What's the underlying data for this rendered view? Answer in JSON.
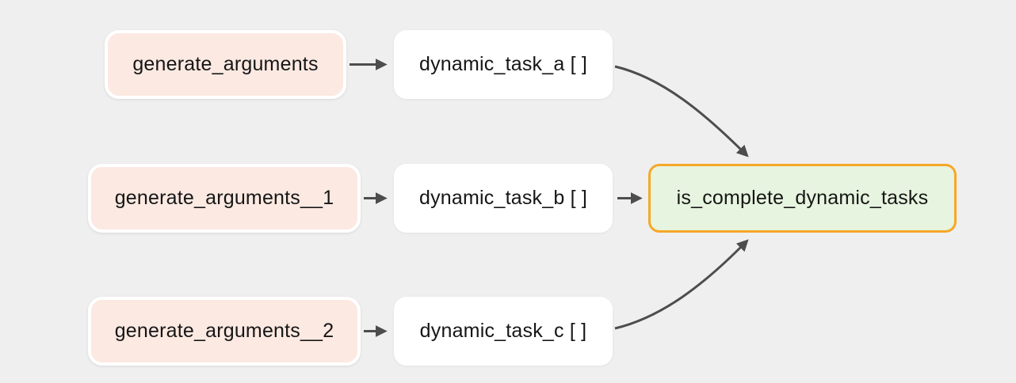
{
  "diagram": {
    "background_color": "#efefef",
    "colors": {
      "mapped_node_fill": "#fbe9e2",
      "mapped_node_border": "#ffffff",
      "task_node_fill": "#ffffff",
      "selected_node_fill": "#e7f4df",
      "selected_node_border": "#f7a727",
      "edge_color": "#4d4d4d",
      "text_color": "#161616"
    },
    "nodes": [
      {
        "id": "generate_arguments",
        "label": "generate_arguments",
        "type": "mapped"
      },
      {
        "id": "dynamic_task_a",
        "label": "dynamic_task_a [ ]",
        "type": "task"
      },
      {
        "id": "generate_arguments__1",
        "label": "generate_arguments__1",
        "type": "mapped"
      },
      {
        "id": "dynamic_task_b",
        "label": "dynamic_task_b [ ]",
        "type": "task"
      },
      {
        "id": "is_complete_dynamic_tasks",
        "label": "is_complete_dynamic_tasks",
        "type": "selected"
      },
      {
        "id": "generate_arguments__2",
        "label": "generate_arguments__2",
        "type": "mapped"
      },
      {
        "id": "dynamic_task_c",
        "label": "dynamic_task_c [ ]",
        "type": "task"
      }
    ],
    "edges": [
      {
        "from": "generate_arguments",
        "to": "dynamic_task_a"
      },
      {
        "from": "generate_arguments__1",
        "to": "dynamic_task_b"
      },
      {
        "from": "generate_arguments__2",
        "to": "dynamic_task_c"
      },
      {
        "from": "dynamic_task_a",
        "to": "is_complete_dynamic_tasks"
      },
      {
        "from": "dynamic_task_b",
        "to": "is_complete_dynamic_tasks"
      },
      {
        "from": "dynamic_task_c",
        "to": "is_complete_dynamic_tasks"
      }
    ]
  }
}
